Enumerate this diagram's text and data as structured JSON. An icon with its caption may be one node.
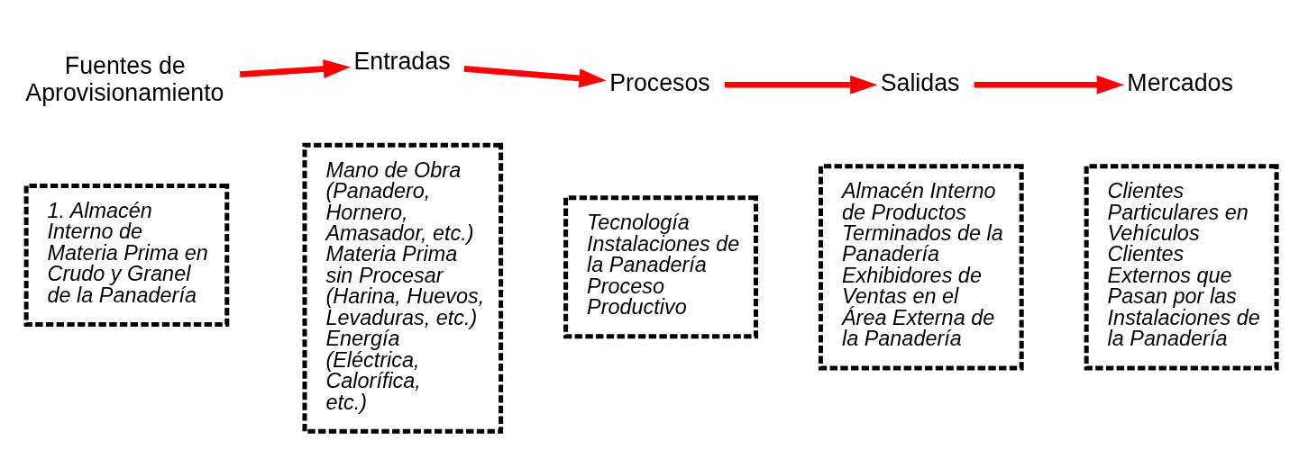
{
  "diagram": {
    "nodes": [
      {
        "text": [
          "Fuentes de Aprovisionamiento"
        ]
      },
      {
        "text": [
          "Entradas"
        ]
      },
      {
        "text": [
          "Procesos"
        ]
      },
      {
        "text": [
          "Salidas"
        ]
      },
      {
        "text": [
          "Mercados"
        ]
      },
      {
        "text": [
          "1. Almacén Interno de Materia Prima en Crudo y Granel de la Panadería"
        ]
      },
      {
        "text": [
          "Mano de Obra (Panadero, Hornero, Amasador, etc.)",
          "Materia Prima sin Procesar (Harina, Huevos, Levaduras, etc.)",
          "Energía (Eléctrica, Calorífica, etc.)"
        ]
      },
      {
        "text": [
          "Tecnología",
          "Instalaciones de la Panadería",
          "Proceso Productivo"
        ]
      },
      {
        "text": [
          "Almacén Interno de Productos Terminados de la Panadería",
          "Exhibidores de Ventas en el Área Externa de la Panadería"
        ]
      },
      {
        "text": [
          "Clientes Particulares en Vehículos",
          "Clientes Externos que Pasan por las Instalaciones de la Panadería"
        ]
      }
    ],
    "edges": [
      {
        "from": 0,
        "to": 1,
        "arrow": "to"
      },
      {
        "from": 1,
        "to": 2,
        "arrow": "to"
      },
      {
        "from": 2,
        "to": 3,
        "arrow": "to"
      },
      {
        "from": 3,
        "to": 4,
        "arrow": "to"
      }
    ]
  }
}
